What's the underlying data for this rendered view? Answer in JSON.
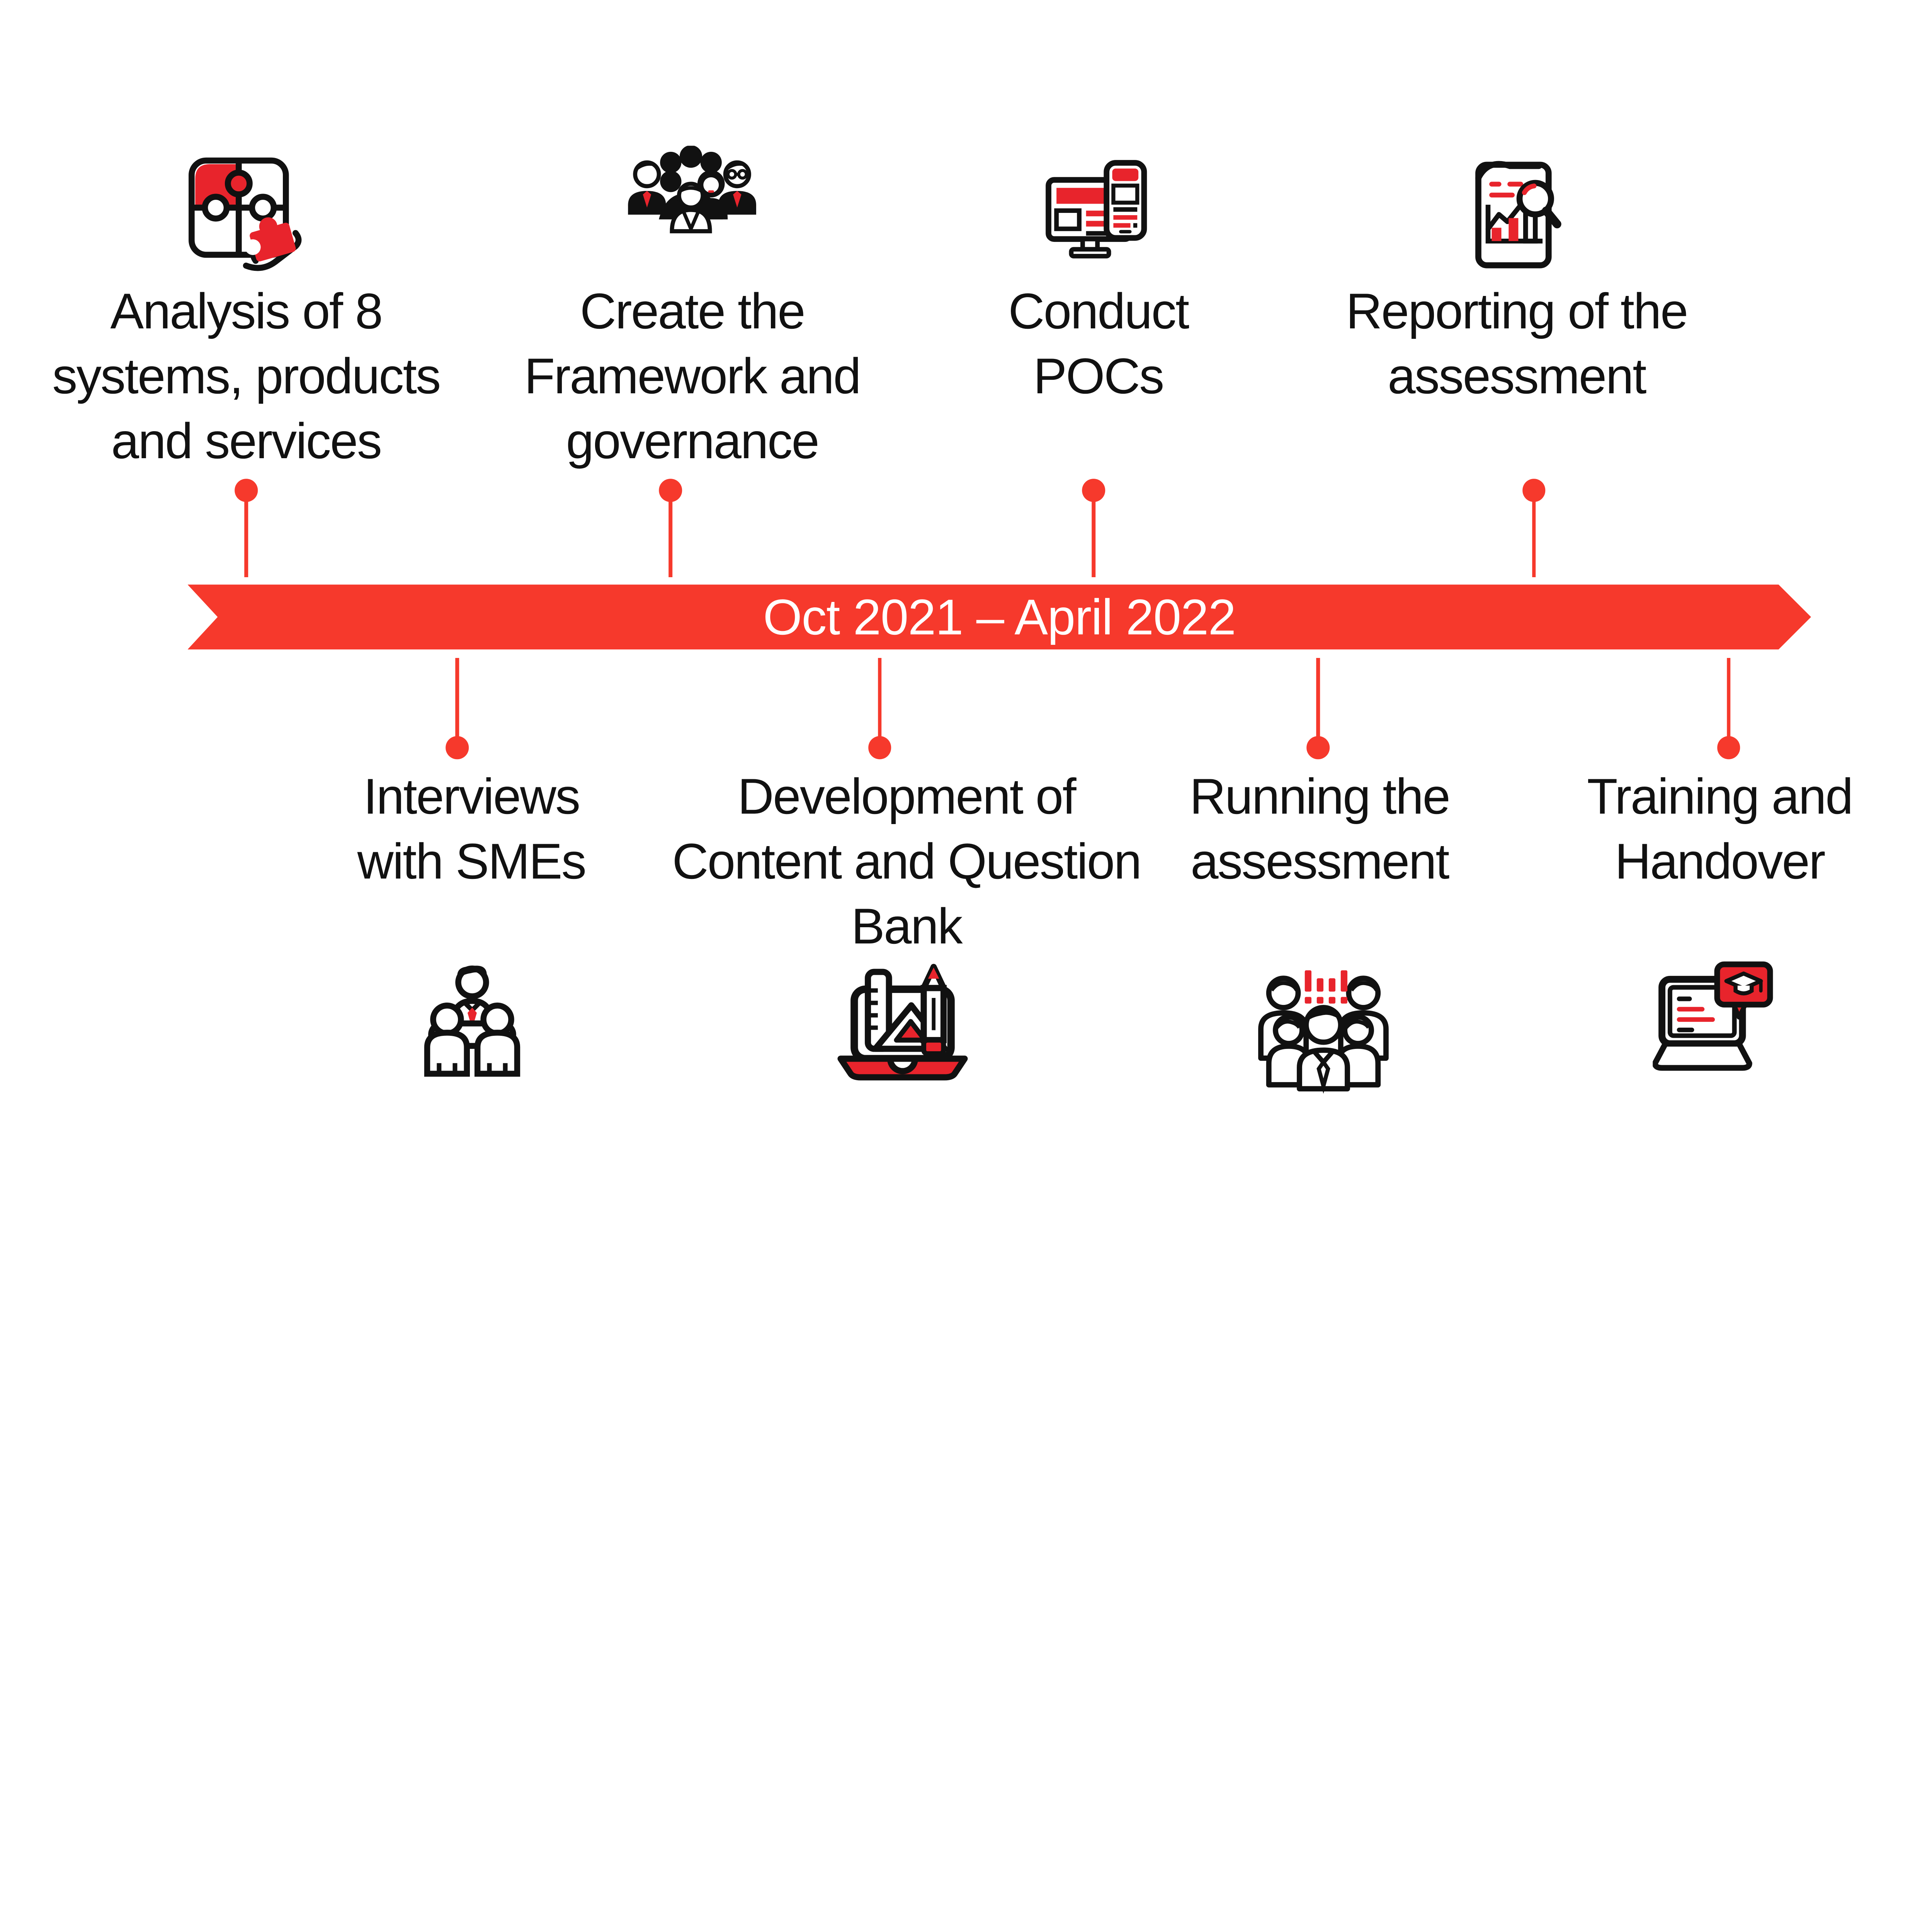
{
  "colors": {
    "timeline_red": "#F6392C",
    "icon_red": "#E8242C",
    "text": "#111111",
    "background": "#FFFFFF"
  },
  "timeline": {
    "banner_label": "Oct 2021 – April 2022"
  },
  "milestones_top": [
    {
      "icon": "puzzle-icon",
      "lines": [
        "Analysis of 8",
        "systems, products",
        "and services"
      ]
    },
    {
      "icon": "team-icon",
      "lines": [
        "Create the",
        "Framework and",
        "governance"
      ]
    },
    {
      "icon": "devices-icon",
      "lines": [
        "Conduct",
        "POCs"
      ]
    },
    {
      "icon": "report-magnifier-icon",
      "lines": [
        "Reporting of the",
        "assessment"
      ]
    }
  ],
  "milestones_bottom": [
    {
      "icon": "meeting-icon",
      "lines": [
        "Interviews",
        "with SMEs"
      ]
    },
    {
      "icon": "design-tools-icon",
      "lines": [
        "Development of",
        "Content and Question",
        "Bank"
      ]
    },
    {
      "icon": "audience-icon",
      "lines": [
        "Running the",
        "assessment"
      ]
    },
    {
      "icon": "elearning-icon",
      "lines": [
        "Training and",
        "Handover"
      ]
    }
  ]
}
